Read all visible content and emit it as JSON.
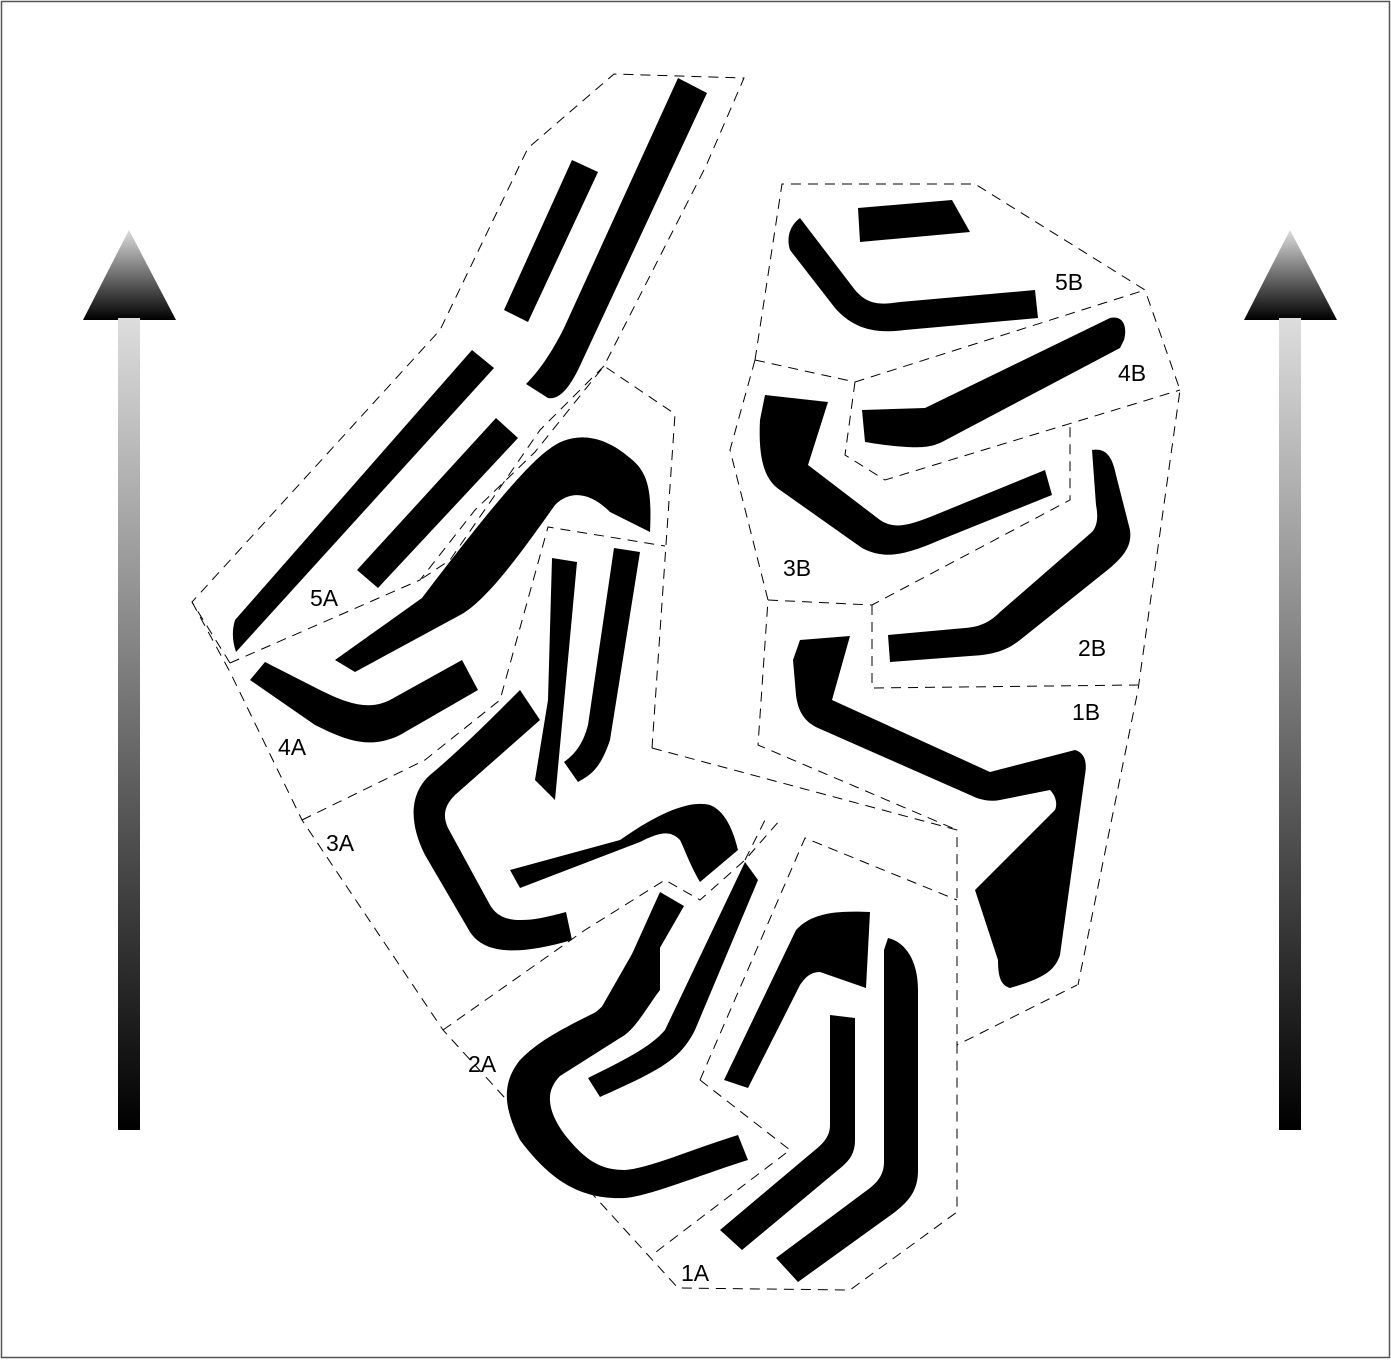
{
  "colors": {
    "background": "#ffffff",
    "frame": "#555555",
    "band": "#000000",
    "boundary": "#000000",
    "arrow_top": "#dddddd",
    "arrow_bottom": "#000000"
  },
  "arrows": {
    "left": {
      "icon": "gradient-up-arrow-icon"
    },
    "right": {
      "icon": "gradient-up-arrow-icon"
    }
  },
  "zones": {
    "z5a": {
      "label": "5A"
    },
    "z4a": {
      "label": "4A"
    },
    "z3a": {
      "label": "3A"
    },
    "z2a": {
      "label": "2A"
    },
    "z1a": {
      "label": "1A"
    },
    "z5b": {
      "label": "5B"
    },
    "z4b": {
      "label": "4B"
    },
    "z3b": {
      "label": "3B"
    },
    "z2b": {
      "label": "2B"
    },
    "z1b": {
      "label": "1B"
    }
  }
}
